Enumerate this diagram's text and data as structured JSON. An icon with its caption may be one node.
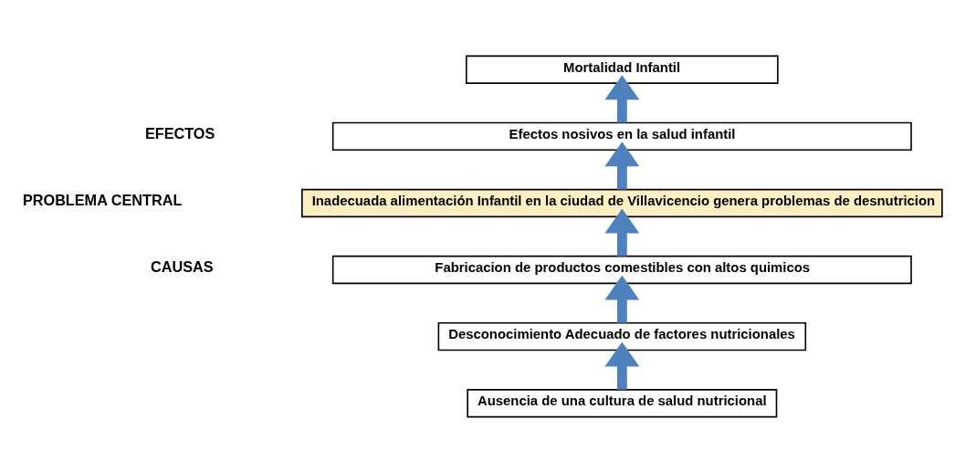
{
  "diagram": {
    "nodes": [
      {
        "text": [
          "Mortalidad Infantil"
        ]
      },
      {
        "text": [
          "Efectos nosivos en la salud infantil"
        ]
      },
      {
        "text": [
          "Inadecuada alimentación Infantil en la ciudad de Villavicencio genera problemas de desnutricion"
        ]
      },
      {
        "text": [
          "Fabricacion de productos comestibles con altos quimicos"
        ]
      },
      {
        "text": [
          "Desconocimiento Adecuado de factores nutricionales"
        ]
      },
      {
        "text": [
          "Ausencia de una cultura de salud nutricional"
        ]
      }
    ],
    "edges": [
      {
        "from": 1,
        "to": 0,
        "arrow": "to"
      },
      {
        "from": 2,
        "to": 1,
        "arrow": "to"
      },
      {
        "from": 3,
        "to": 2,
        "arrow": "to"
      },
      {
        "from": 4,
        "to": 3,
        "arrow": "to"
      },
      {
        "from": 5,
        "to": 4,
        "arrow": "to"
      }
    ],
    "labels": [
      "EFECTOS",
      "PROBLEMA CENTRAL",
      "CAUSAS"
    ]
  }
}
